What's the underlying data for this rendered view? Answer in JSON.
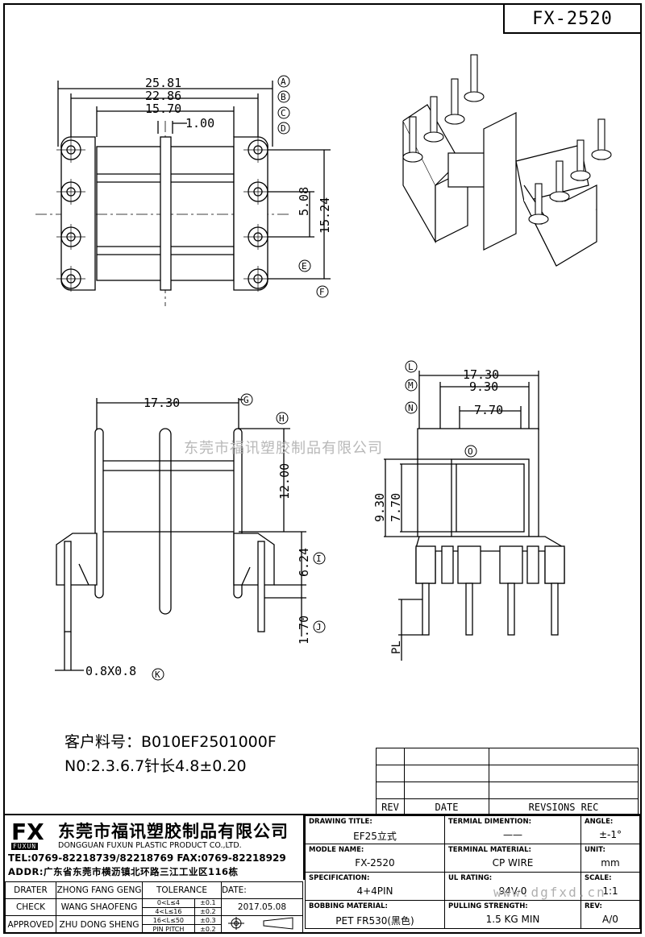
{
  "title_block_model": "FX-2520",
  "dimensions": {
    "top_A": "25.81",
    "top_B": "22.86",
    "top_C": "15.70",
    "top_D": "1.00",
    "top_E": "5.08",
    "top_F": "15.24",
    "front_G": "17.30",
    "front_H": "12.00",
    "front_I": "6.24",
    "front_J": "1.70",
    "front_K": "0.8X0.8",
    "side_L": "17.30",
    "side_M": "9.30",
    "side_N": "7.70",
    "side_O1": "9.30",
    "side_O2": "7.70",
    "side_PL": "PL"
  },
  "callouts": [
    "A",
    "B",
    "C",
    "D",
    "E",
    "F",
    "G",
    "H",
    "I",
    "J",
    "K",
    "L",
    "M",
    "N",
    "O"
  ],
  "watermark": "东莞市福讯塑胶制品有限公司",
  "watermark_url": "www.dgfxd.cn",
  "notes": {
    "customer_pn": "客户料号：B010EF2501000F",
    "pin_note": "N0:2.3.6.7针长4.8±0.20"
  },
  "revision": {
    "rev": "REV",
    "date": "DATE",
    "rec": "REVSIONS REC"
  },
  "company": {
    "logo": "FX",
    "logo_sub": "FUXUN",
    "cn_name": "东莞市福讯塑胶制品有限公司",
    "en_name": "DONGGUAN FUXUN PLASTIC PRODUCT CO.,LTD.",
    "tel": "TEL:0769-82218739/82218769 FAX:0769-82218929",
    "addr": "ADDR:广东省东莞市横沥镇北环路三江工业区116栋"
  },
  "signoff": {
    "drater_label": "DRATER",
    "drater": "ZHONG FANG GENG",
    "check_label": "CHECK",
    "check": "WANG SHAOFENG",
    "approved_label": "APPROVED",
    "approved": "ZHU DONG SHENG",
    "tolerance_label": "TOLERANCE",
    "tol1": "0<L≤4",
    "tol1v": "±0.1",
    "tol2": "4<L≤16",
    "tol2v": "±0.2",
    "tol3": "16<L≤50",
    "tol3v": "±0.3",
    "tol4": "PIN PITCH",
    "tol4v": "±0.2",
    "date_label": "DATE:",
    "date": "2017.05.08"
  },
  "info": {
    "drawing_title_label": "DRAWING TITLE:",
    "drawing_title": "EF25立式",
    "terminal_dim_label": "TERMIAL DIMENTION:",
    "terminal_dim": "——",
    "angle_label": "ANGLE:",
    "angle": "±-1°",
    "model_label": "MODLE NAME:",
    "model": "FX-2520",
    "terminal_mat_label": "TERMINAL MATERIAL:",
    "terminal_mat": "CP WIRE",
    "unit_label": "UNIT:",
    "unit": "mm",
    "spec_label": "SPECIFICATION:",
    "spec": "4+4PIN",
    "ul_label": "UL RATING:",
    "ul": "94V-0",
    "scale_label": "SCALE:",
    "scale": "1:1",
    "bobbin_label": "BOBBING MATERIAL:",
    "bobbin": "PET FR530(黑色)",
    "pull_label": "PULLING STRENGTH:",
    "pull": "1.5 KG MIN",
    "rev_label": "REV:",
    "rev": "A/0"
  }
}
